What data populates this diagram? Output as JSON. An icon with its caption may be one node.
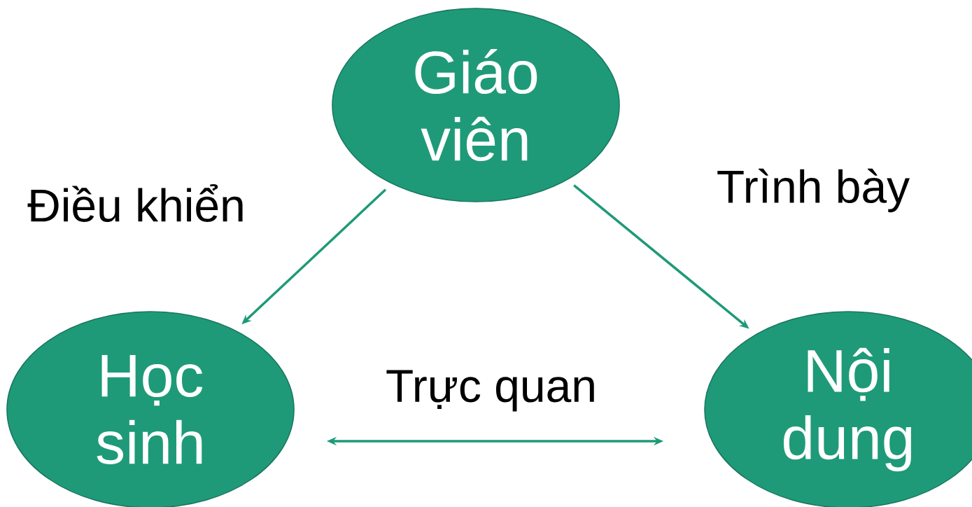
{
  "diagram": {
    "nodes": [
      {
        "text": [
          "Giáo viên"
        ]
      },
      {
        "text": [
          "Học sinh"
        ]
      },
      {
        "text": [
          "Nội dung"
        ]
      }
    ],
    "edges": [
      {
        "from": 0,
        "to": 1,
        "arrow": "to",
        "label": "Điều khiển"
      },
      {
        "from": 0,
        "to": 2,
        "arrow": "to",
        "label": "Trình bày"
      },
      {
        "from": 1,
        "to": 2,
        "arrow": "both",
        "label": "Trực quan"
      }
    ]
  }
}
